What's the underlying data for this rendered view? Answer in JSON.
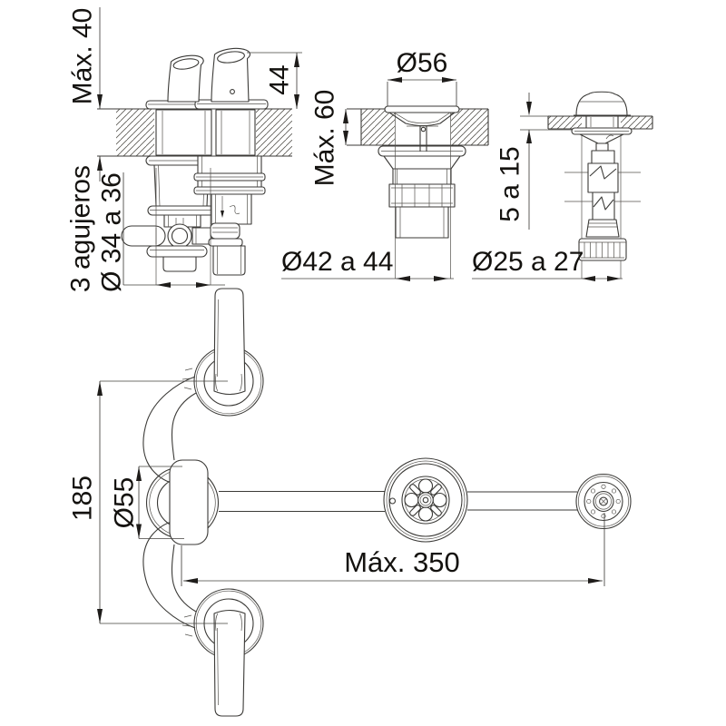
{
  "views": {
    "front_section": {
      "max_counter_thickness": "Máx. 40",
      "handle_height": "44",
      "holes_note": "3 agujeros",
      "holes_diameter": "Ø 34 a 36"
    },
    "waste_section": {
      "flange_diameter": "Ø56",
      "max_counter_thickness": "Máx. 60",
      "hole_diameter": "Ø42 a 44"
    },
    "popup_rod_section": {
      "counter_thickness_range": "5 a 15",
      "hole_diameter": "Ø25 a 27"
    },
    "plan": {
      "handle_spread": "185",
      "body_diameter": "Ø55",
      "max_spout_reach": "Máx. 350"
    }
  },
  "colors": {
    "line": "#3b3a37",
    "dim_line": "#44423f",
    "text": "#14120f",
    "background": "#ffffff"
  }
}
